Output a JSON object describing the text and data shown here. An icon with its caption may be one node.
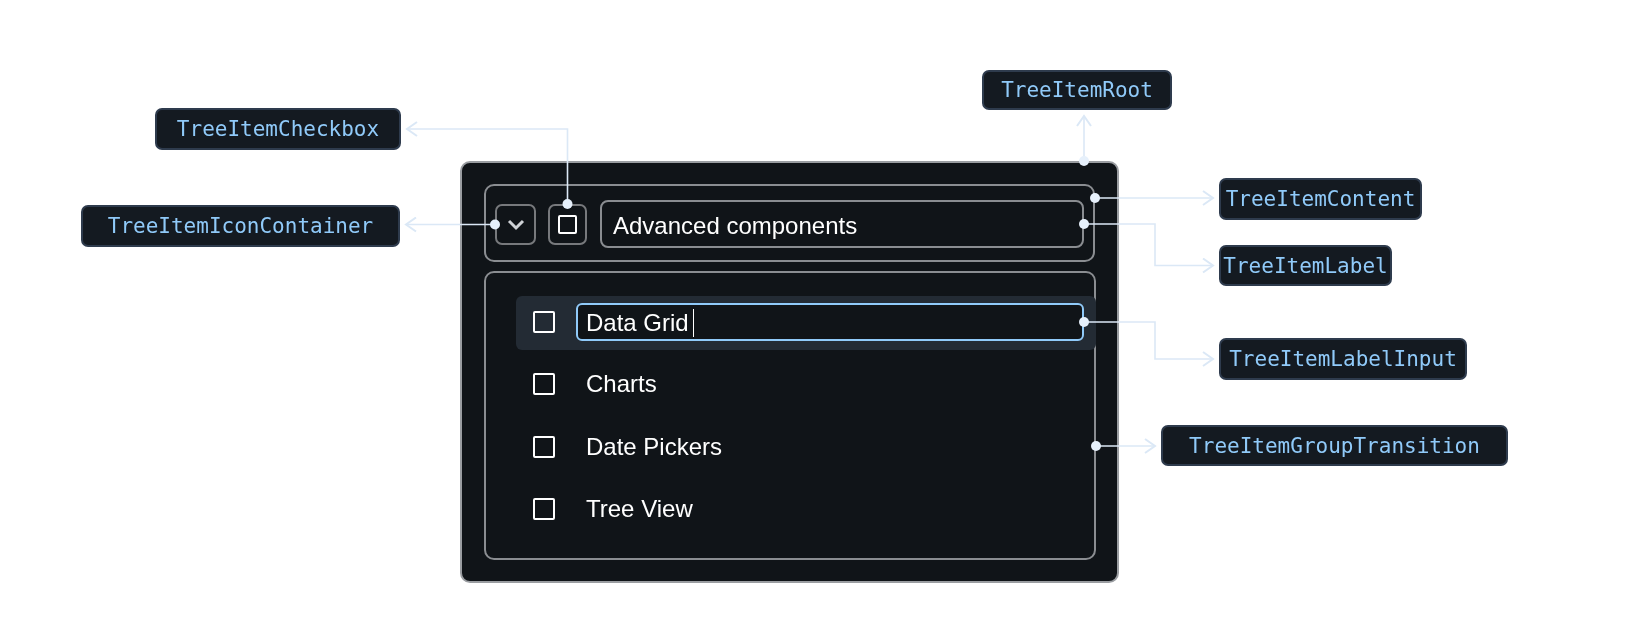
{
  "diagram": {
    "nodes": [
      {
        "text": [
          "TreeItemRoot"
        ]
      },
      {
        "text": [
          "TreeItemCheckbox"
        ]
      },
      {
        "text": [
          "TreeItemIconContainer"
        ]
      },
      {
        "text": [
          "TreeItemContent"
        ]
      },
      {
        "text": [
          "TreeItemLabel"
        ]
      },
      {
        "text": [
          "TreeItemLabelInput"
        ]
      },
      {
        "text": [
          "TreeItemGroupTransition"
        ]
      },
      {
        "text": [],
        "shape": "box"
      },
      {
        "text": [],
        "shape": "box",
        "in": 7
      },
      {
        "text": [],
        "shape": "box",
        "in": 8
      },
      {
        "text": [],
        "shape": "box",
        "in": 8
      },
      {
        "text": [
          "Advanced components"
        ],
        "in": 8
      },
      {
        "text": [],
        "shape": "box",
        "in": 7
      },
      {
        "text": [
          "Data Grid"
        ],
        "in": 12
      }
    ],
    "edges": [
      {
        "from": 7,
        "to": 0,
        "arrow": "to"
      },
      {
        "from": 10,
        "to": 1,
        "arrow": "to"
      },
      {
        "from": 9,
        "to": 2,
        "arrow": "to"
      },
      {
        "from": 8,
        "to": 3,
        "arrow": "to"
      },
      {
        "from": 11,
        "to": 4,
        "arrow": "to"
      },
      {
        "from": 13,
        "to": 5,
        "arrow": "to"
      },
      {
        "from": 12,
        "to": 6,
        "arrow": "to"
      }
    ],
    "labels": [
      "Charts",
      "Date Pickers",
      "Tree View"
    ]
  }
}
